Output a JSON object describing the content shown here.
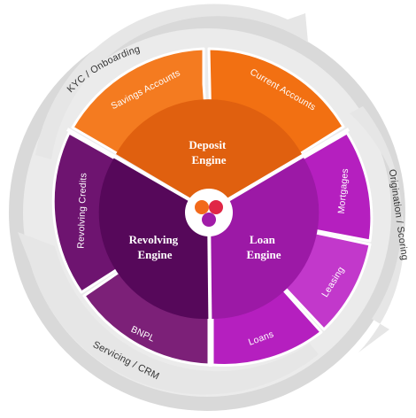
{
  "lifecycle": {
    "kyc": "KYC / Onboarding",
    "origination": "Origination / Scoring",
    "servicing": "Servicing / CRM"
  },
  "engines": {
    "deposit": {
      "line1": "Deposit",
      "line2": "Engine"
    },
    "loan": {
      "line1": "Loan",
      "line2": "Engine"
    },
    "revolving": {
      "line1": "Revolving",
      "line2": "Engine"
    }
  },
  "products": {
    "savings": "Savings Accounts",
    "current": "Current Accounts",
    "mortgages": "Mortgages",
    "leasing": "Leasing",
    "loans": "Loans",
    "bnpl": "BNPL",
    "revolving_credits": "Revolving Credits"
  },
  "colors": {
    "deposit_outer": "#f47b20",
    "deposit_inner": "#e0600f",
    "loan_outer": "#b51fbf",
    "loan_inner": "#9c19a6",
    "loan_leasing": "#c238cb",
    "revolving_outer": "#6e1470",
    "revolving_inner": "#56085a",
    "revolving_bnpl": "#7c2078",
    "ring": "#d9d9d9",
    "arrow": "#e5e5e5",
    "logo_orange": "#f26a1b",
    "logo_red": "#e02646",
    "logo_purple": "#a11ca8"
  },
  "logo_icon": "three-circles-logo-icon"
}
